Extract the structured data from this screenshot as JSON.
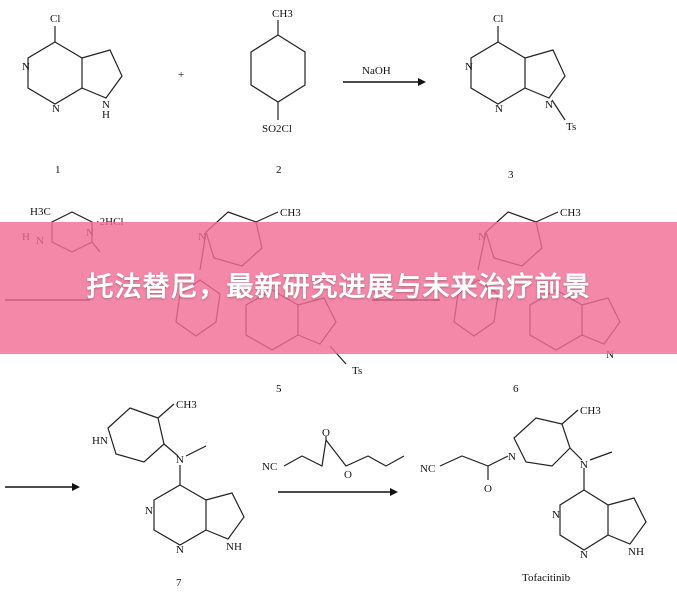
{
  "banner": {
    "title": "托法替尼，最新研究进展与未来治疗前景"
  },
  "scheme": {
    "reagent_naoh": "NaOH",
    "plus_sign": "+",
    "atoms": {
      "cl": "Cl",
      "n": "N",
      "h": "H",
      "ch3": "CH3",
      "so2cl": "SO2Cl",
      "ts": "Ts",
      "h3c": "H3C",
      "two_hcl": "·2HCl",
      "nc": "NC",
      "o": "O"
    },
    "compound_numbers": [
      "1",
      "2",
      "3",
      "5",
      "6",
      "7"
    ],
    "product_name": "Tofacitinib"
  }
}
